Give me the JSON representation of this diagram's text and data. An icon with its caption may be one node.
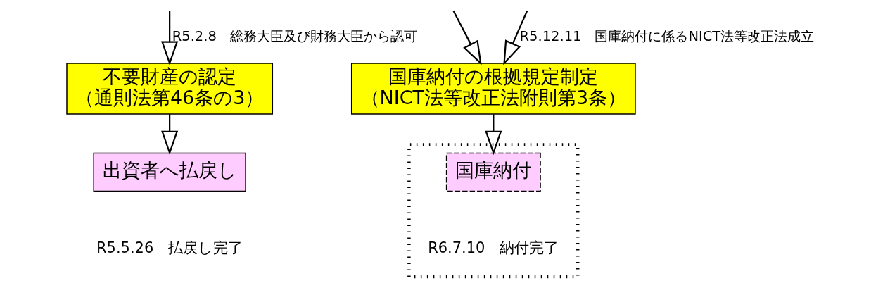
{
  "diagram": {
    "nodes": [
      {
        "text": [
          "不要財産の認定",
          "（通則法第46条の3）"
        ]
      },
      {
        "text": [
          "国庫納付の根拠規定制定",
          "（NICT法等改正法附則第3条）"
        ]
      },
      {
        "text": [
          "出資者へ払戻し"
        ],
        "beside": [
          "R5.5.26　払戻し完了"
        ]
      },
      {
        "text": [],
        "shape": "box"
      },
      {
        "text": [
          "国庫納付"
        ],
        "in": 3,
        "beside": [
          "R6.7.10　納付完了"
        ]
      }
    ],
    "edges": [
      {
        "from": null,
        "to": 0,
        "arrow": "to",
        "label": "R5.2.8　総務大臣及び財務大臣から認可"
      },
      {
        "from": null,
        "to": 1,
        "arrow": "to"
      },
      {
        "from": null,
        "to": 1,
        "arrow": "to",
        "label": "R5.12.11　国庫納付に係るNICT法等改正法成立"
      },
      {
        "from": 0,
        "to": 2,
        "arrow": "to"
      },
      {
        "from": 1,
        "to": 4,
        "arrow": "to"
      }
    ]
  }
}
